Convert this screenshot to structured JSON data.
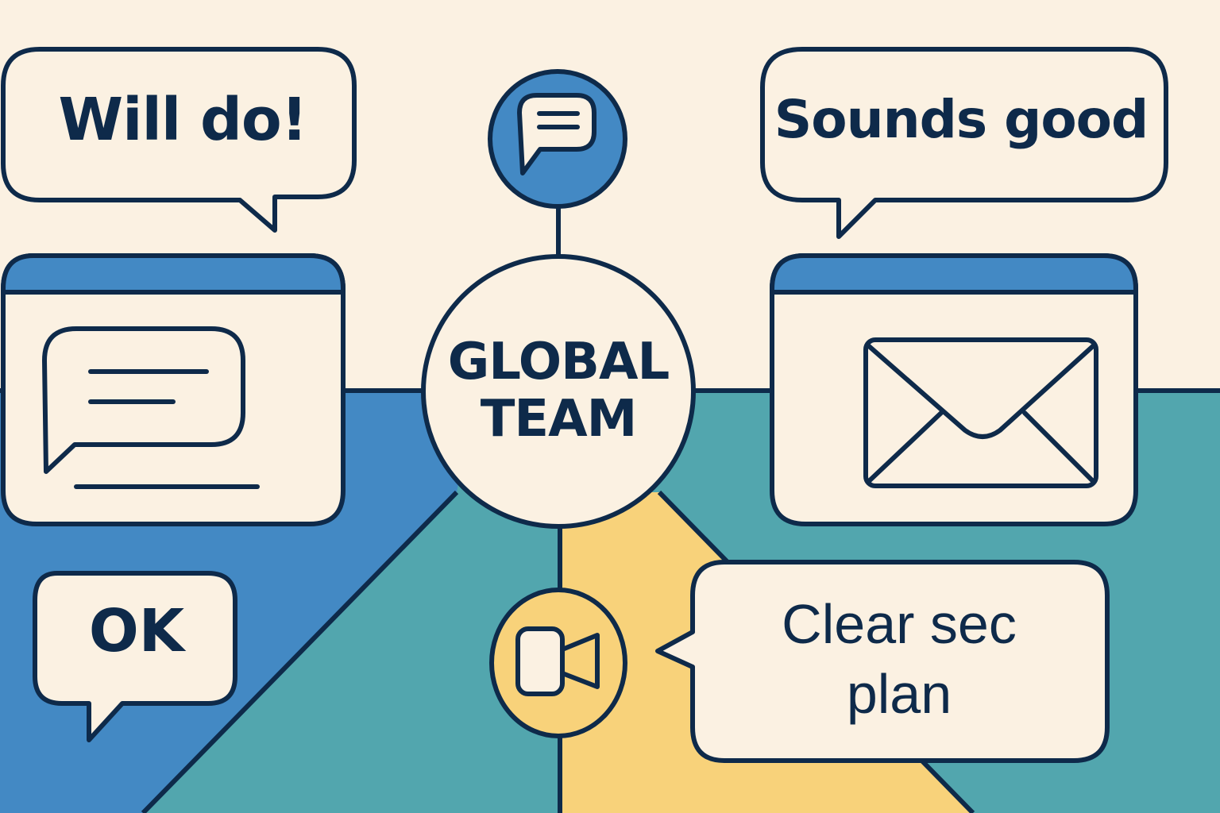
{
  "title": "Global Team communication diagram",
  "center": {
    "line1": "GLOBAL",
    "line2": "TEAM"
  },
  "bubbles": {
    "top_left": "Will do!",
    "top_right": "Sounds good",
    "bottom_left": "OK",
    "bottom_right_line1": "Clear sec",
    "bottom_right_line2": "plan"
  },
  "nodes": [
    {
      "id": "chat",
      "icon": "chat-bubble-icon",
      "fill": "#4389C4"
    },
    {
      "id": "center",
      "label": "GLOBAL TEAM",
      "fill": "#FBF1E2"
    },
    {
      "id": "video",
      "icon": "video-camera-icon",
      "fill": "#F8D27A"
    }
  ],
  "windows": [
    {
      "id": "messaging-window",
      "icon": "message-icon"
    },
    {
      "id": "email-window",
      "icon": "envelope-icon"
    }
  ],
  "colors": {
    "background": "#FBF1E2",
    "outline": "#0E2A4A",
    "blue": "#4389C4",
    "teal": "#52A6AE",
    "yellow": "#F8D27A",
    "cream": "#FBF1E2"
  }
}
